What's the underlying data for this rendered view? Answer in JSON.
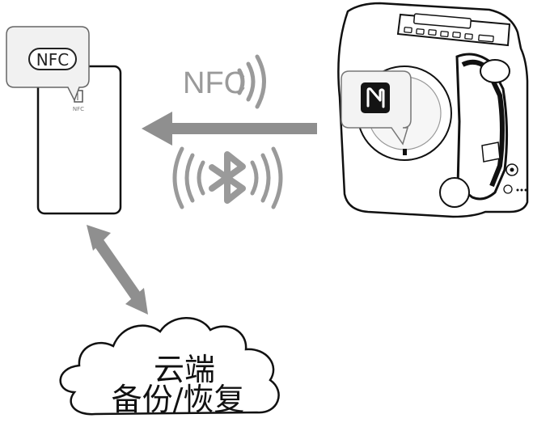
{
  "diagram": {
    "phone_bubble_label": "NFC",
    "nfc_signal_label": "NFC",
    "cloud_line1": "云端",
    "cloud_line2": "备份/恢复",
    "nfc_tag_icon": "nfc-n-icon",
    "bluetooth_icon": "bluetooth-icon",
    "colors": {
      "arrow": "#8f8f8f",
      "signal": "#9a9a9a",
      "outline": "#111111",
      "device_dark": "#1a1a1a"
    }
  }
}
